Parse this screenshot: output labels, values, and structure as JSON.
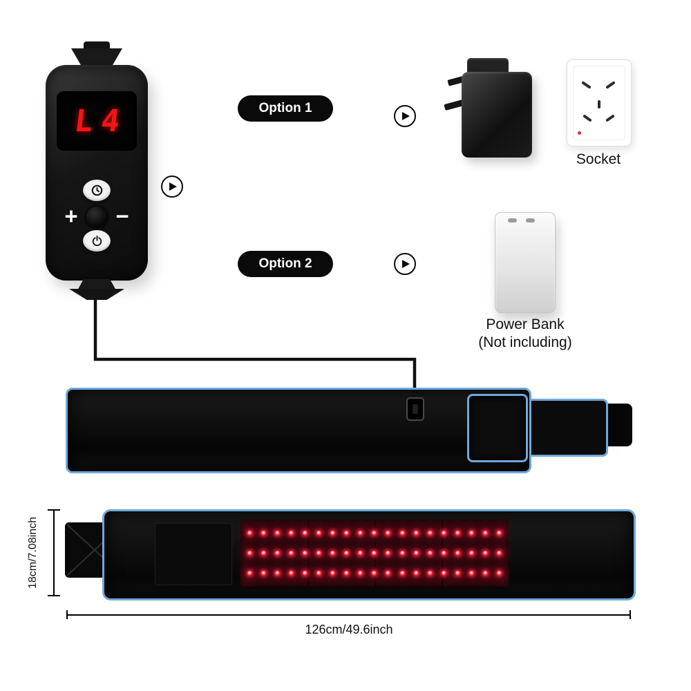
{
  "controller": {
    "display_value": "L4",
    "buttons": {
      "plus": "+",
      "minus": "−"
    }
  },
  "options": {
    "option1": "Option 1",
    "option2": "Option 2"
  },
  "power_sources": {
    "socket_label": "Socket",
    "power_bank_label": "Power Bank",
    "power_bank_note": "(Not including)"
  },
  "dimensions": {
    "belt_width_label": "18cm/7.08inch",
    "belt_length_label": "126cm/49.6inch"
  },
  "led_panel": {
    "rows": 3,
    "cols": 19
  },
  "colors": {
    "trim_blue": "#6fa8dc",
    "display_red": "#f51414",
    "led_red": "#ff2036"
  }
}
